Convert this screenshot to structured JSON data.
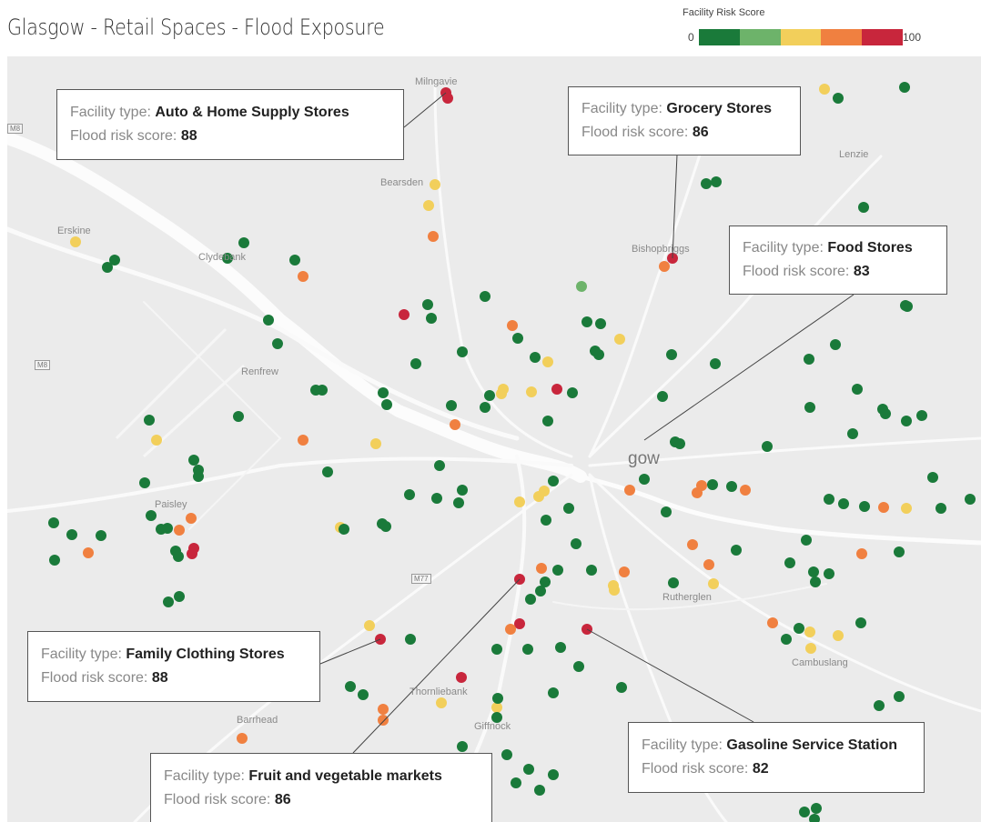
{
  "title": "Glasgow - Retail Spaces - Flood Exposure",
  "legend": {
    "title": "Facility Risk Score",
    "min_label": "0",
    "max_label": "100",
    "colors": [
      "#1a7a3a",
      "#6db36a",
      "#f2cf5b",
      "#f08040",
      "#c8263c"
    ]
  },
  "place_labels": [
    "Milngavie",
    "Bearsden",
    "Lenzie",
    "Erskine",
    "Clydebank",
    "Bishopbriggs",
    "Renfrew",
    "gow",
    "Paisley",
    "Rutherglen",
    "Cambuslang",
    "Thornliebank",
    "Barrhead",
    "Giffnock"
  ],
  "road_labels": [
    "M8",
    "M8",
    "M77"
  ],
  "callouts": [
    {
      "type_label": "Facility type:",
      "type": "Auto & Home Supply Stores",
      "score_label": "Flood risk score:",
      "score": "88"
    },
    {
      "type_label": "Facility type:",
      "type": "Grocery Stores",
      "score_label": "Flood risk score:",
      "score": "86"
    },
    {
      "type_label": "Facility type:",
      "type": "Food Stores",
      "score_label": "Flood risk score:",
      "score": "83"
    },
    {
      "type_label": "Facility type:",
      "type": "Family Clothing Stores",
      "score_label": "Flood risk score:",
      "score": "88"
    },
    {
      "type_label": "Facility type:",
      "type": "Fruit and vegetable markets",
      "score_label": "Flood risk score:",
      "score": "86"
    },
    {
      "type_label": "Facility type:",
      "type": "Gasoline Service Station",
      "score_label": "Flood risk score:",
      "score": "82"
    }
  ]
}
